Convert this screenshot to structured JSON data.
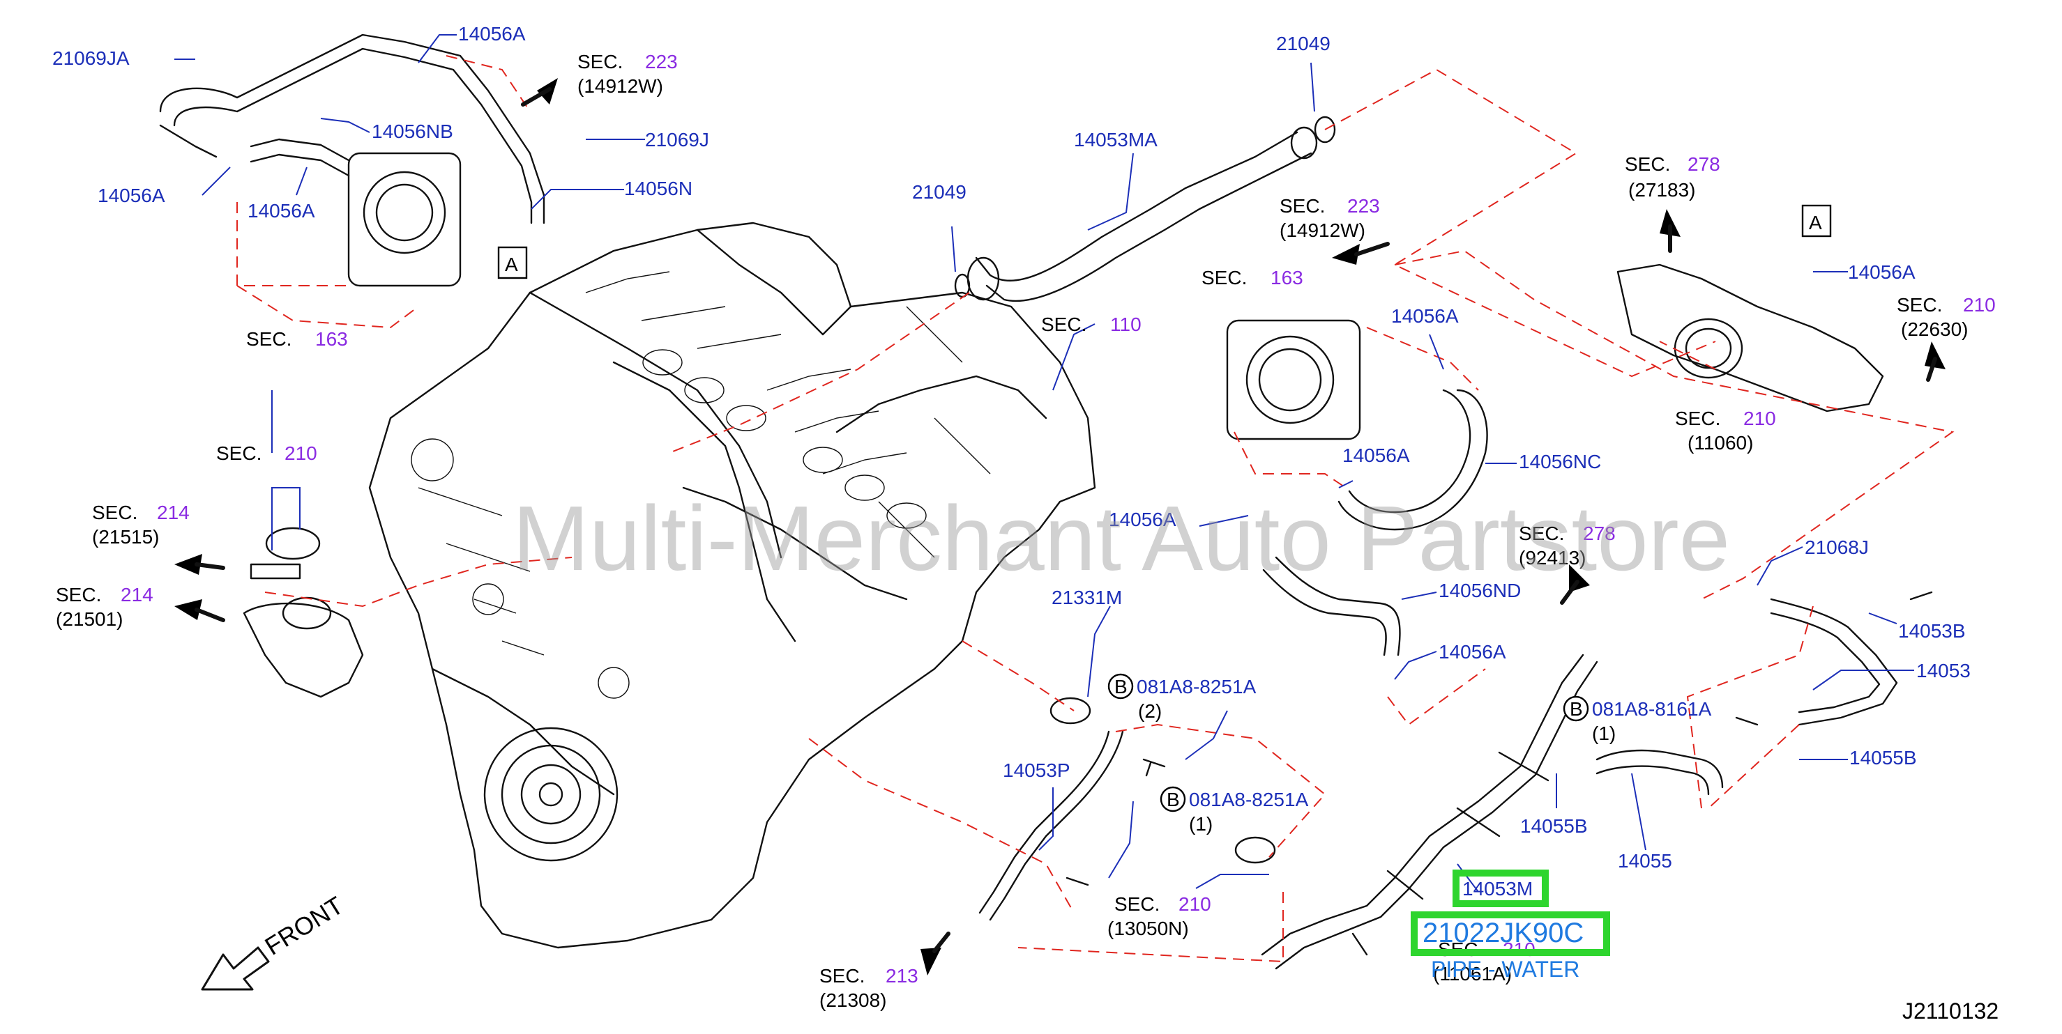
{
  "diagram": {
    "code": "J2110132",
    "watermark": "Multi-Merchant Auto Partstore",
    "front_label": "FRONT",
    "callout_a": "A",
    "callout_b": "B",
    "sec_word": "SEC."
  },
  "highlight": {
    "part_number": "21022JK90C",
    "callout": "14053M",
    "description": "PIPE - WATER"
  },
  "part_labels": [
    "21069JA",
    "14056A",
    "14056NB",
    "14056A",
    "14056A",
    "14056N",
    "21069J",
    "21049",
    "14053MA",
    "21049",
    "14056A",
    "14056NC",
    "14056A",
    "14056A",
    "14056ND",
    "14056A",
    "14056A",
    "21068J",
    "14053B",
    "14053",
    "14055B",
    "14055B",
    "14055",
    "21331M",
    "14053P",
    "081A8-8251A",
    "(2)",
    "081A8-8251A",
    "(1)",
    "081A8-8161A",
    "(1)"
  ],
  "section_refs": [
    {
      "num": "223",
      "code": "(14912W)"
    },
    {
      "num": "163",
      "code": ""
    },
    {
      "num": "110",
      "code": ""
    },
    {
      "num": "223",
      "code": "(14912W)"
    },
    {
      "num": "163",
      "code": ""
    },
    {
      "num": "278",
      "code": "(27183)"
    },
    {
      "num": "210",
      "code": "(22630)"
    },
    {
      "num": "210",
      "code": "(11060)"
    },
    {
      "num": "210",
      "code": ""
    },
    {
      "num": "214",
      "code": "(21515)"
    },
    {
      "num": "214",
      "code": "(21501)"
    },
    {
      "num": "278",
      "code": "(92413)"
    },
    {
      "num": "210",
      "code": "(13050N)"
    },
    {
      "num": "213",
      "code": "(21308)"
    },
    {
      "num": "210",
      "code": "(11061A)"
    }
  ],
  "colors": {
    "part_label": "#1c2fb8",
    "section_number": "#8a2be2",
    "dashed_leader": "#e0261f",
    "highlight_box": "#2ed52e",
    "highlight_text": "#1f7ae0"
  }
}
